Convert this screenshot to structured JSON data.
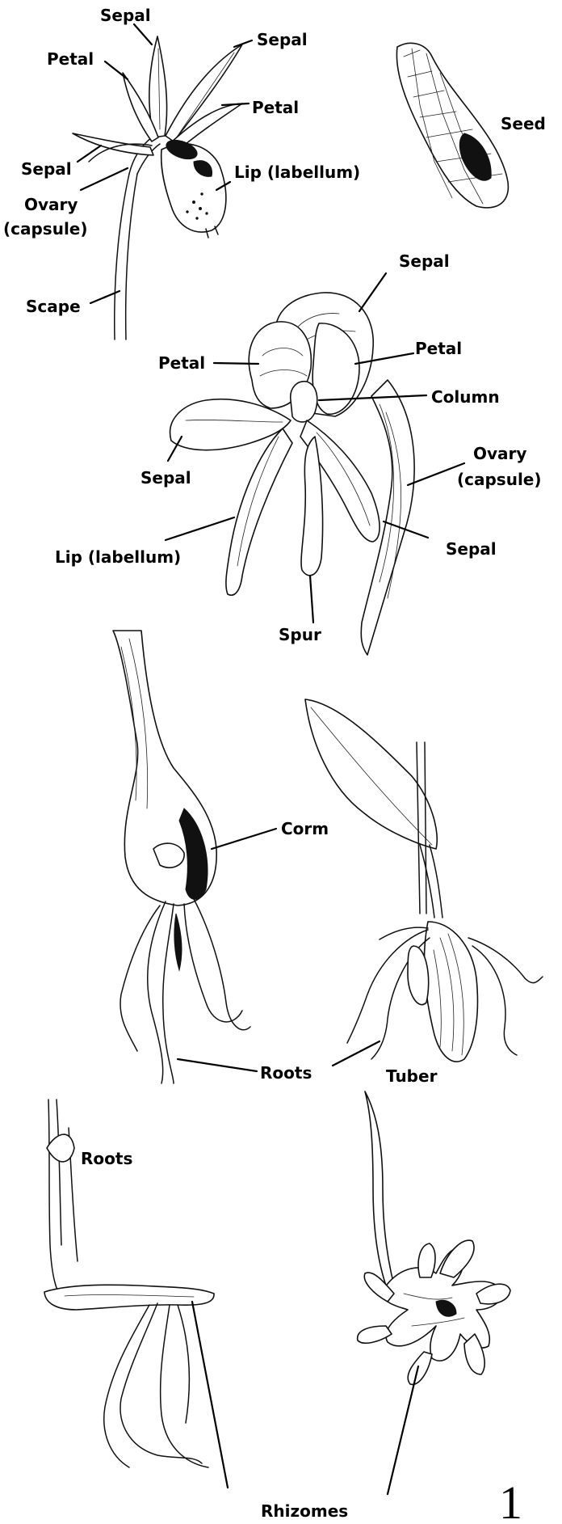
{
  "labels": {
    "f1_sepal_top": "Sepal",
    "f1_sepal_right": "Sepal",
    "f1_petal_left": "Petal",
    "f1_petal_right": "Petal",
    "f1_sepal_left": "Sepal",
    "f1_lip": "Lip (labellum)",
    "f1_ovary_line1": "Ovary",
    "f1_ovary_line2": "(capsule)",
    "f1_scape": "Scape",
    "seed": "Seed",
    "f2_sepal_top": "Sepal",
    "f2_petal_left": "Petal",
    "f2_petal_right": "Petal",
    "f2_column": "Column",
    "f2_ovary_line1": "Ovary",
    "f2_ovary_line2": "(capsule)",
    "f2_sepal_left": "Sepal",
    "f2_lip": "Lip (labellum)",
    "f2_sepal_right": "Sepal",
    "f2_spur": "Spur",
    "corm": "Corm",
    "roots_mid": "Roots",
    "tuber": "Tuber",
    "roots_bottom": "Roots",
    "rhizomes": "Rhizomes"
  },
  "page_number": "1"
}
